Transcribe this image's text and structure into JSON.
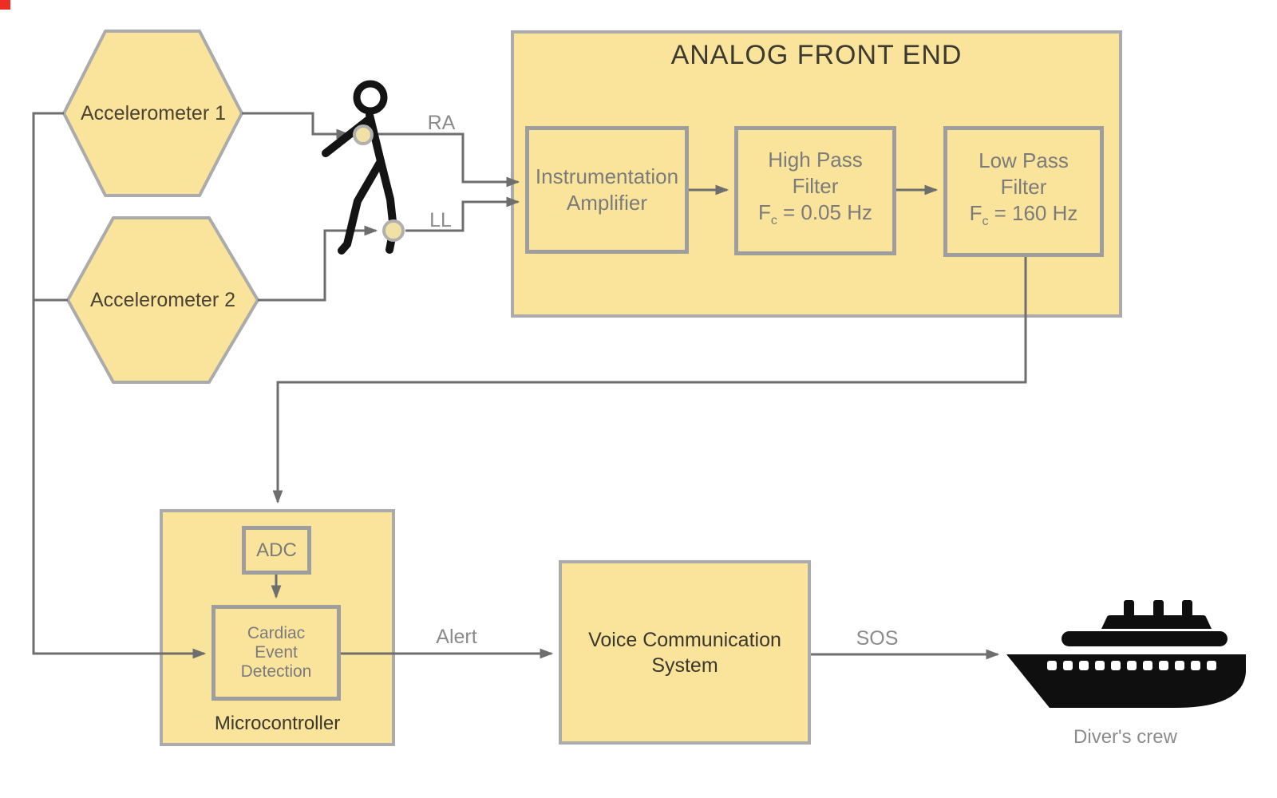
{
  "colors": {
    "node_fill": "#FAE49C",
    "node_border": "#ABABAB",
    "inner_border": "#9E9E9E",
    "wire": "#6E6E6E",
    "dark_text": "#3A372C",
    "gray_text": "#7B7B7B",
    "wire_label_text": "#8B8B8B",
    "ship_black": "#0F0F0F",
    "corner_mark_red": "#EE2E24"
  },
  "hexagons": {
    "acc1": "Accelerometer 1",
    "acc2": "Accelerometer 2"
  },
  "afe": {
    "title": "ANALOG FRONT END",
    "ia": {
      "line1": "Instrumentation",
      "line2": "Amplifier"
    },
    "hpf": {
      "line1": "High Pass",
      "line2": "Filter",
      "f_symbol": "F",
      "f_subscript": "c",
      "f_value": "= 0.05 Hz"
    },
    "lpf": {
      "line1": "Low Pass",
      "line2": "Filter",
      "f_symbol": "F",
      "f_subscript": "c",
      "f_value": "= 160 Hz"
    }
  },
  "microcontroller": {
    "label": "Microcontroller",
    "adc": "ADC",
    "ced": {
      "line1": "Cardiac",
      "line2": "Event",
      "line3": "Detection"
    }
  },
  "vcs": {
    "line1": "Voice Communication",
    "line2": "System"
  },
  "ship": {
    "caption": "Diver's crew"
  },
  "wire_labels": {
    "ra": "RA",
    "ll": "LL",
    "alert": "Alert",
    "sos": "SOS"
  }
}
